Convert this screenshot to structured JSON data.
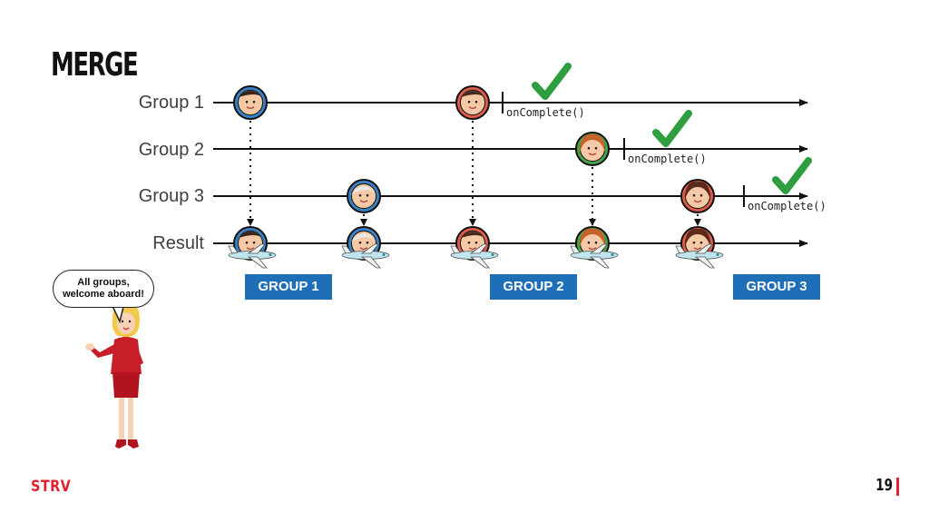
{
  "slide": {
    "title": "MERGE",
    "page_number": "19",
    "brand": "STRV"
  },
  "rows": [
    {
      "label": "Group 1"
    },
    {
      "label": "Group 2"
    },
    {
      "label": "Group 3"
    },
    {
      "label": "Result"
    }
  ],
  "complete_label": "onComplete()",
  "groups": [
    "GROUP 1",
    "GROUP 2",
    "GROUP 3"
  ],
  "speech_bubble": {
    "line1": "All groups,",
    "line2": "welcome aboard!"
  },
  "colors": {
    "accent_red": "#e0202e",
    "badge_blue": "#1f6fb8",
    "check_green": "#2e9e3f"
  }
}
